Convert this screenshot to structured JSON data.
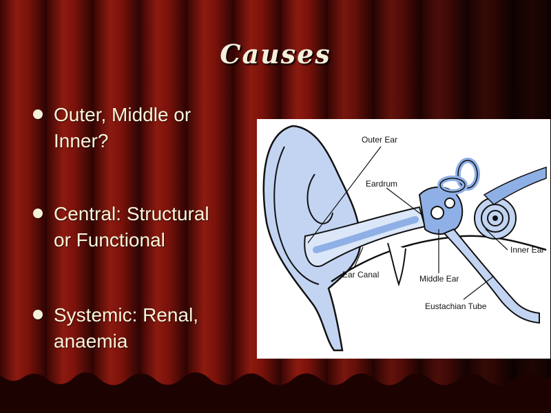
{
  "slide": {
    "title": "Causes",
    "bullets": [
      {
        "line1": "Outer, Middle or",
        "line2": "Inner?"
      },
      {
        "line1": "Central: Structural",
        "line2": "or Functional"
      },
      {
        "line1": "Systemic: Renal,",
        "line2": "anaemia"
      }
    ]
  },
  "diagram": {
    "labels": {
      "outer_ear": "Outer Ear",
      "eardrum": "Eardrum",
      "inner_ear": "Inner Ear",
      "ear_canal": "Ear Canal",
      "middle_ear": "Middle Ear",
      "eustachian_tube": "Eustachian Tube"
    }
  },
  "colors": {
    "curtain_red": "#7a0e08",
    "curtain_dark": "#1c0302",
    "text": "#f8f4da",
    "diagram_blue": "#c2d4f2"
  }
}
